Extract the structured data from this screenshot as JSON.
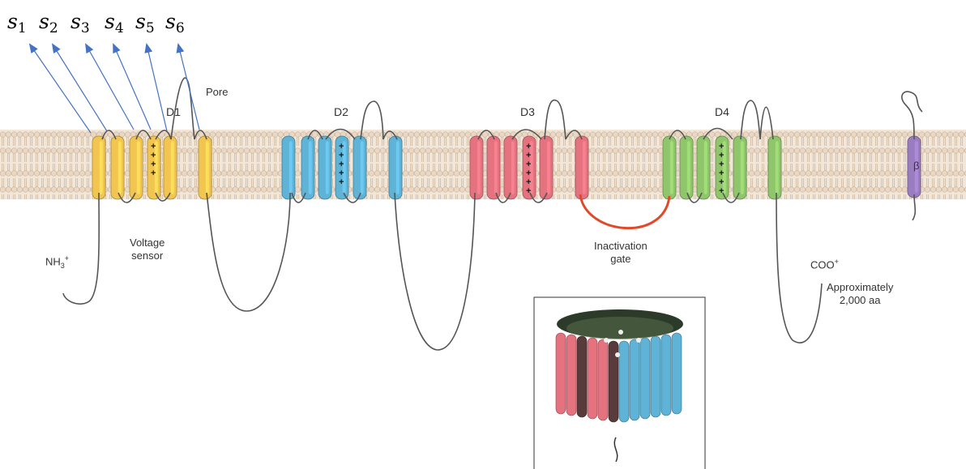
{
  "segment_labels": [
    {
      "letter": "s",
      "sub": "1"
    },
    {
      "letter": "s",
      "sub": "2"
    },
    {
      "letter": "s",
      "sub": "3"
    },
    {
      "letter": "s",
      "sub": "4"
    },
    {
      "letter": "s",
      "sub": "5"
    },
    {
      "letter": "s",
      "sub": "6"
    }
  ],
  "labels": {
    "pore": "Pore",
    "d1": "D1",
    "d2": "D2",
    "d3": "D3",
    "d4": "D4",
    "voltage_sensor_line1": "Voltage",
    "voltage_sensor_line2": "sensor",
    "nh3_main": "NH",
    "nh3_sub": "3",
    "nh3_sup": "+",
    "inactivation_line1": "Inactivation",
    "inactivation_line2": "gate",
    "coo": "COO",
    "coo_sup": "+",
    "approx_line1": "Approximately",
    "approx_line2": "2,000 aa",
    "beta": "β"
  },
  "charge_symbol": "+",
  "colors": {
    "d1": "#f2c550",
    "d2": "#5fb3d6",
    "d3": "#e5727f",
    "d4": "#8fc56b",
    "beta": "#9a7cc0",
    "arrow": "#4472c4",
    "membrane": "#ecdcc8",
    "lipid_head": "#e9d6c1",
    "inactivation_loop": "#e04a2a",
    "loop": "#555555"
  }
}
